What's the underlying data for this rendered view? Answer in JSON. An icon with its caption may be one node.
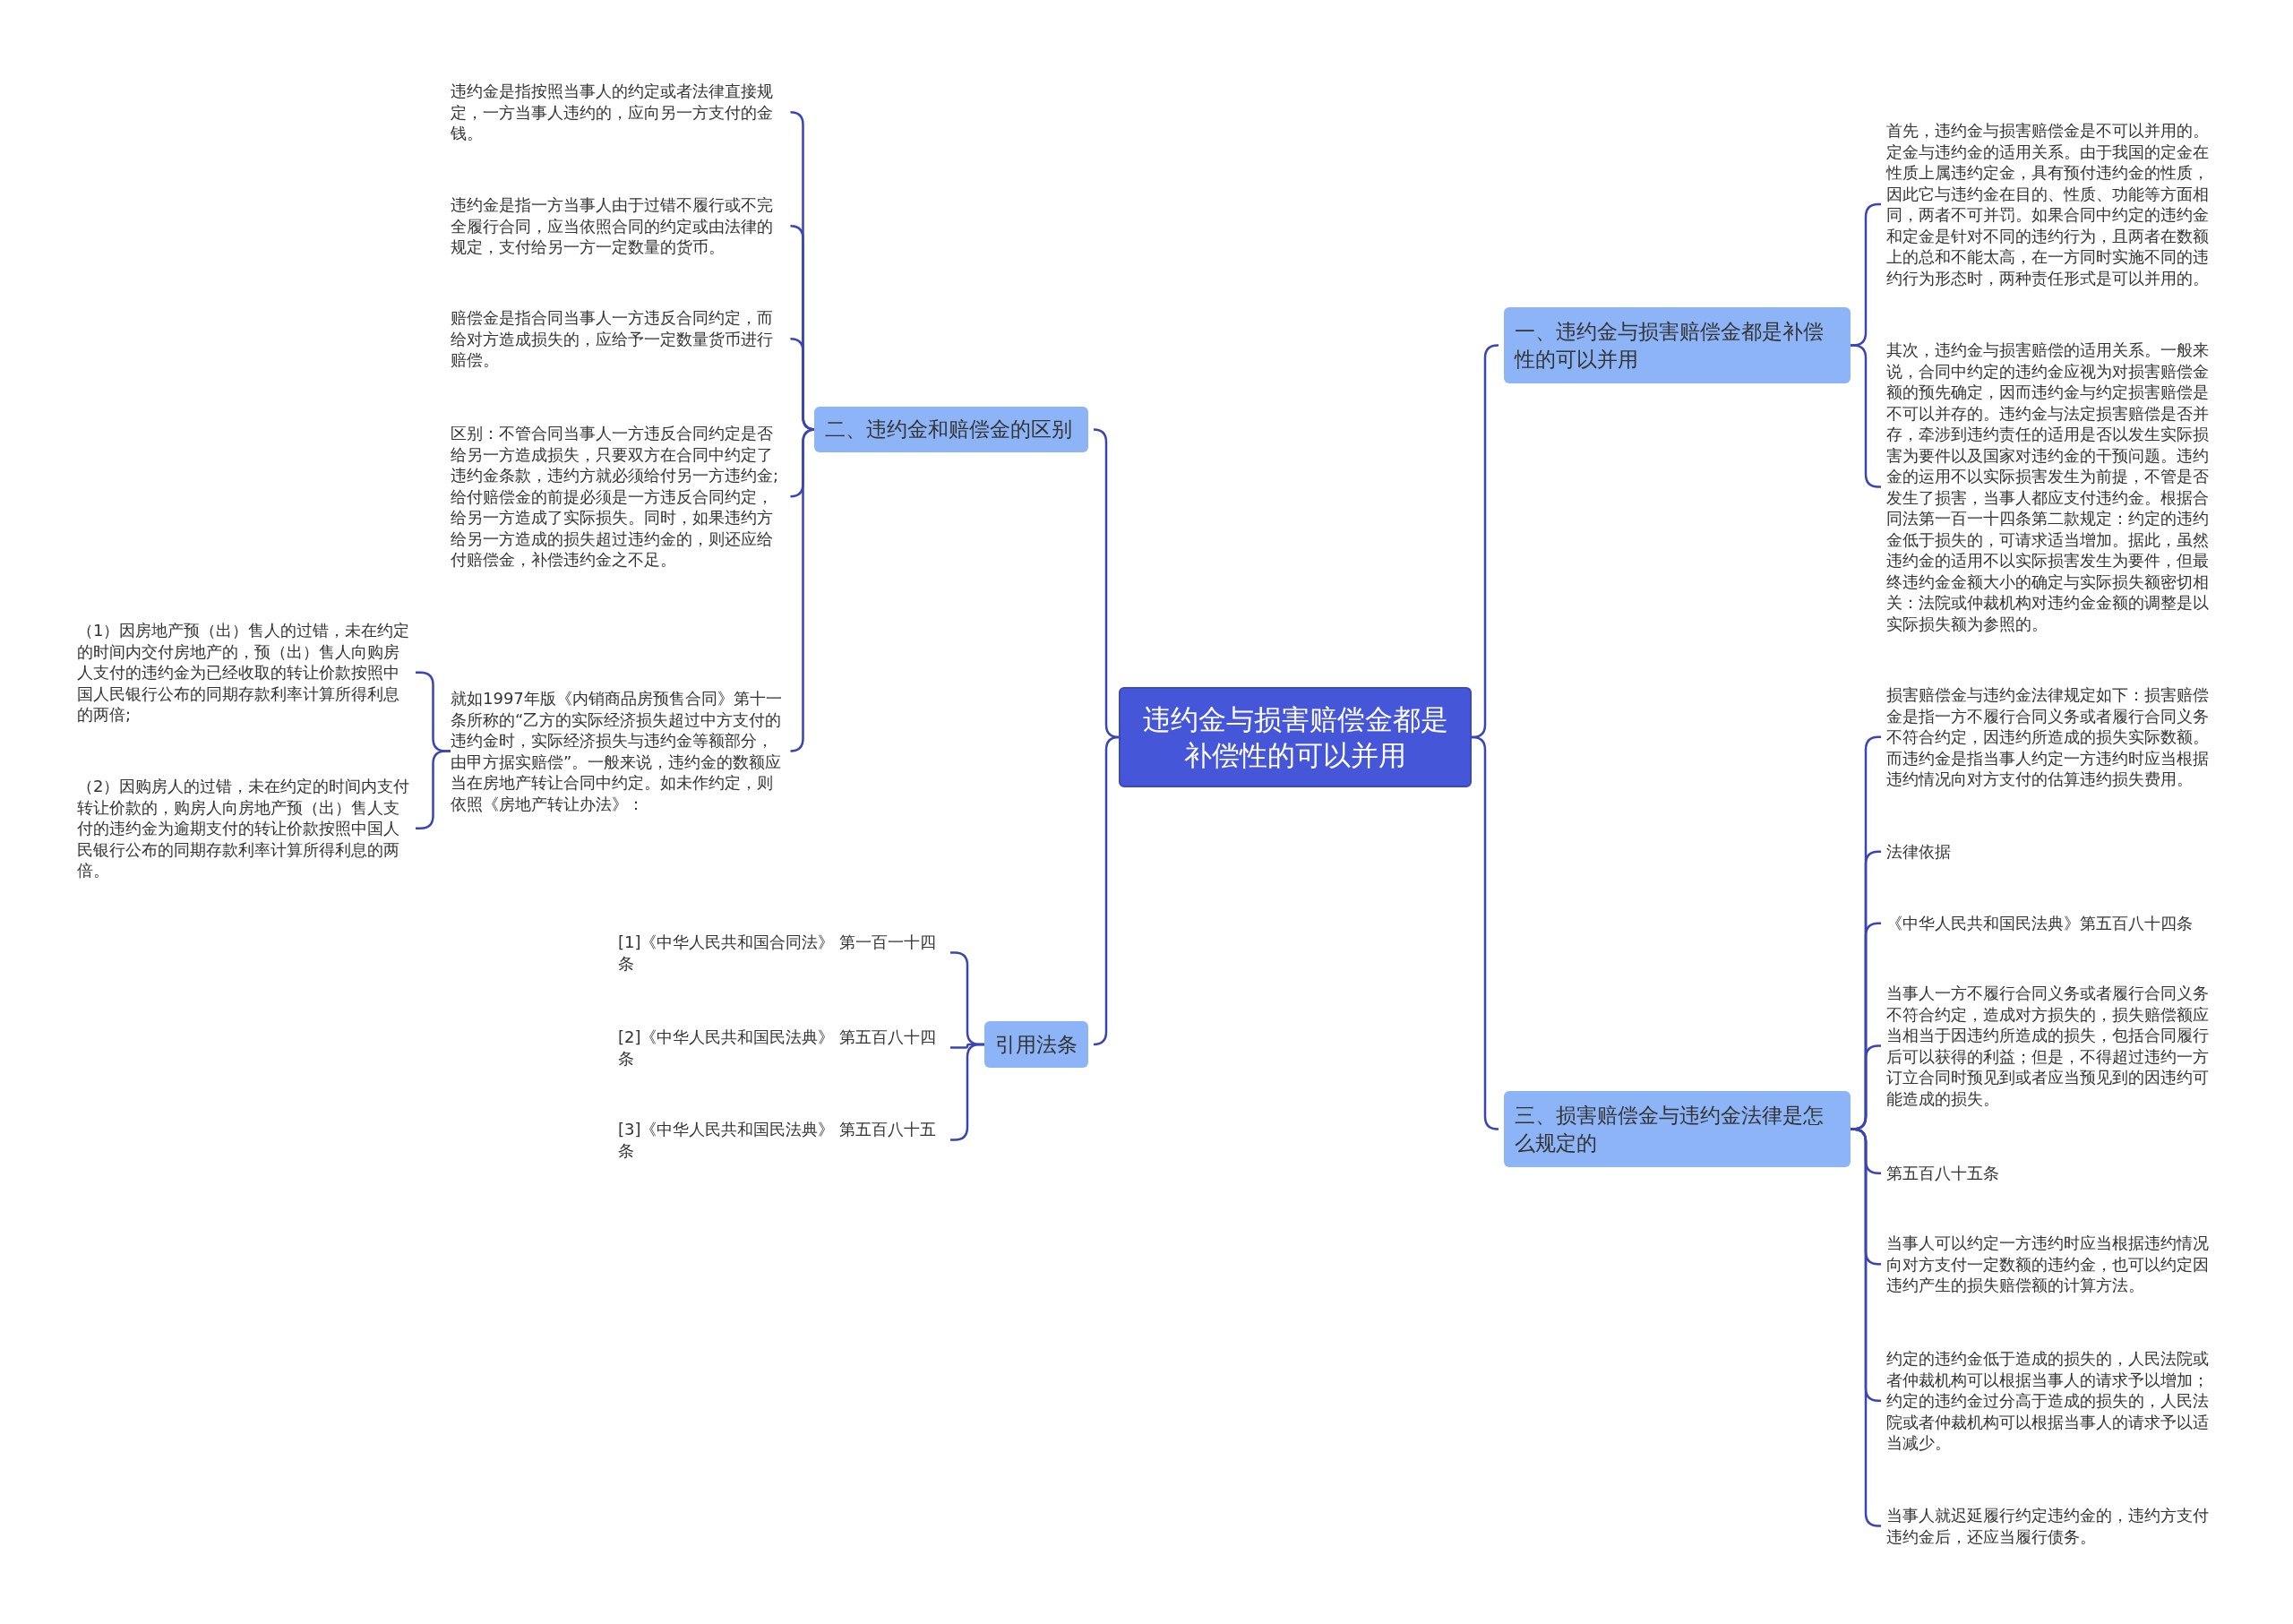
{
  "diagram": {
    "nodes": [
      {
        "text": [
          "违约金与损害赔偿金都是补偿性的可以并用"
        ]
      },
      {
        "text": [
          "二、违约金和赔偿金的区别"
        ]
      },
      {
        "text": [
          "引用法条"
        ]
      },
      {
        "text": [
          "一、违约金与损害赔偿金都是补偿性的可以并用"
        ]
      },
      {
        "text": [
          "三、损害赔偿金与违约金法律是怎么规定的"
        ]
      },
      {
        "text": [
          "违约金是指按照当事人的约定或者法律直接规定，一方当事人违约的，应向另一方支付的金钱。"
        ]
      },
      {
        "text": [
          "违约金是指一方当事人由于过错不履行或不完全履行合同，应当依照合同的约定或由法律的规定，支付给另一方一定数量的货币。"
        ]
      },
      {
        "text": [
          "赔偿金是指合同当事人一方违反合同约定，而给对方造成损失的，应给予一定数量货币进行赔偿。"
        ]
      },
      {
        "text": [
          "区别：不管合同当事人一方违反合同约定是否给另一方造成损失，只要双方在合同中约定了违约金条款，违约方就必须给付另一方违约金;给付赔偿金的前提必须是一方违反合同约定，给另一方造成了实际损失。同时，如果违约方给另一方造成的损失超过违约金的，则还应给付赔偿金，补偿违约金之不足。"
        ]
      },
      {
        "text": [
          "就如1997年版《内销商品房预售合同》第十一条所称的“乙方的实际经济损失超过中方支付的违约金时，实际经济损失与违约金等额部分，由甲方据实赔偿”。一般来说，违约金的数额应当在房地产转让合同中约定。如未作约定，则依照《房地产转让办法》："
        ]
      },
      {
        "text": [
          "（1）因房地产预（出）售人的过错，未在约定的时间内交付房地产的，预（出）售人向购房人支付的违约金为已经收取的转让价款按照中国人民银行公布的同期存款利率计算所得利息的两倍;"
        ]
      },
      {
        "text": [
          "（2）因购房人的过错，未在约定的时间内支付转让价款的，购房人向房地产预（出）售人支付的违约金为逾期支付的转让价款按照中国人民银行公布的同期存款利率计算所得利息的两倍。"
        ]
      },
      {
        "text": [
          "[1]《中华人民共和国合同法》 第一百一十四条"
        ]
      },
      {
        "text": [
          "[2]《中华人民共和国民法典》 第五百八十四条"
        ]
      },
      {
        "text": [
          "[3]《中华人民共和国民法典》 第五百八十五条"
        ]
      },
      {
        "text": [
          "首先，违约金与损害赔偿金是不可以并用的。定金与违约金的适用关系。由于我国的定金在性质上属违约定金，具有预付违约金的性质，因此它与违约金在目的、性质、功能等方面相同，两者不可并罚。如果合同中约定的违约金和定金是针对不同的违约行为，且两者在数额上的总和不能太高，在一方同时实施不同的违约行为形态时，两种责任形式是可以并用的。"
        ]
      },
      {
        "text": [
          "其次，违约金与损害赔偿的适用关系。一般来说，合同中约定的违约金应视为对损害赔偿金额的预先确定，因而违约金与约定损害赔偿是不可以并存的。违约金与法定损害赔偿是否并存，牵涉到违约责任的适用是否以发生实际损害为要件以及国家对违约金的干预问题。违约金的运用不以实际损害发生为前提，不管是否发生了损害，当事人都应支付违约金。根据合同法第一百一十四条第二款规定：约定的违约金低于损失的，可请求适当增加。据此，虽然违约金的适用不以实际损害发生为要件，但最终违约金金额大小的确定与实际损失额密切相关：法院或仲裁机构对违约金金额的调整是以实际损失额为参照的。"
        ]
      },
      {
        "text": [
          "损害赔偿金与违约金法律规定如下：损害赔偿金是指一方不履行合同义务或者履行合同义务不符合约定，因违约所造成的损失实际数额。而违约金是指当事人约定一方违约时应当根据违约情况向对方支付的估算违约损失费用。"
        ]
      },
      {
        "text": [
          "法律依据"
        ]
      },
      {
        "text": [
          "《中华人民共和国民法典》第五百八十四条"
        ]
      },
      {
        "text": [
          "当事人一方不履行合同义务或者履行合同义务不符合约定，造成对方损失的，损失赔偿额应当相当于因违约所造成的损失，包括合同履行后可以获得的利益；但是，不得超过违约一方订立合同时预见到或者应当预见到的因违约可能造成的损失。"
        ]
      },
      {
        "text": [
          "第五百八十五条"
        ]
      },
      {
        "text": [
          "当事人可以约定一方违约时应当根据违约情况向对方支付一定数额的违约金，也可以约定因违约产生的损失赔偿额的计算方法。"
        ]
      },
      {
        "text": [
          "约定的违约金低于造成的损失的，人民法院或者仲裁机构可以根据当事人的请求予以增加；约定的违约金过分高于造成的损失的，人民法院或者仲裁机构可以根据当事人的请求予以适当减少。"
        ]
      },
      {
        "text": [
          "当事人就迟延履行约定违约金的，违约方支付违约金后，还应当履行债务。"
        ]
      }
    ],
    "edges": [
      {
        "from": 0,
        "to": 1,
        "arrow": "none"
      },
      {
        "from": 0,
        "to": 2,
        "arrow": "none"
      },
      {
        "from": 0,
        "to": 3,
        "arrow": "none"
      },
      {
        "from": 0,
        "to": 4,
        "arrow": "none"
      },
      {
        "from": 1,
        "to": 5,
        "arrow": "none"
      },
      {
        "from": 1,
        "to": 6,
        "arrow": "none"
      },
      {
        "from": 1,
        "to": 7,
        "arrow": "none"
      },
      {
        "from": 1,
        "to": 8,
        "arrow": "none"
      },
      {
        "from": 1,
        "to": 9,
        "arrow": "none"
      },
      {
        "from": 9,
        "to": 10,
        "arrow": "none"
      },
      {
        "from": 9,
        "to": 11,
        "arrow": "none"
      },
      {
        "from": 2,
        "to": 12,
        "arrow": "none"
      },
      {
        "from": 2,
        "to": 13,
        "arrow": "none"
      },
      {
        "from": 2,
        "to": 14,
        "arrow": "none"
      },
      {
        "from": 3,
        "to": 15,
        "arrow": "none"
      },
      {
        "from": 3,
        "to": 16,
        "arrow": "none"
      },
      {
        "from": 4,
        "to": 17,
        "arrow": "none"
      },
      {
        "from": 4,
        "to": 18,
        "arrow": "none"
      },
      {
        "from": 4,
        "to": 19,
        "arrow": "none"
      },
      {
        "from": 4,
        "to": 20,
        "arrow": "none"
      },
      {
        "from": 4,
        "to": 21,
        "arrow": "none"
      },
      {
        "from": 4,
        "to": 22,
        "arrow": "none"
      },
      {
        "from": 4,
        "to": 23,
        "arrow": "none"
      },
      {
        "from": 4,
        "to": 24,
        "arrow": "none"
      }
    ]
  }
}
